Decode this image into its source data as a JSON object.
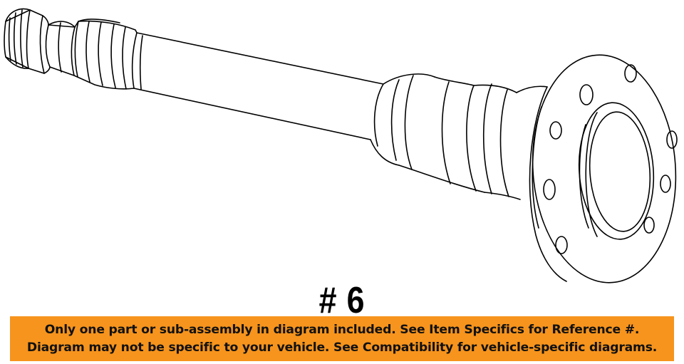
{
  "diagram": {
    "part_number_label": "# 6"
  },
  "notice": {
    "line1": "Only one part or sub-assembly in diagram included. See Item Specifics for Reference #.",
    "line2": "Diagram may not be specific to your vehicle. See Compatibility for vehicle-specific diagrams."
  },
  "colors": {
    "banner_background": "#f7941d",
    "line_art": "#000000",
    "background": "#ffffff"
  }
}
